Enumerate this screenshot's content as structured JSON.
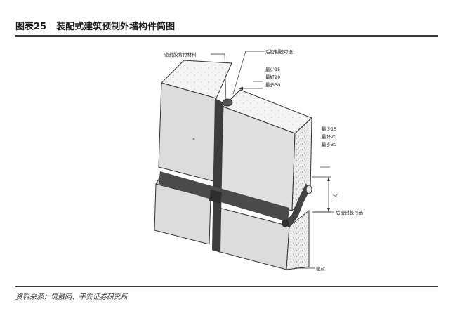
{
  "figure": {
    "number": "图表25",
    "title": "装配式建筑预制外墙构件简图",
    "source": "资料来源：筑傲网、平安证券研究所"
  },
  "labels": {
    "backing": "密封胶背衬材料",
    "rear_sealant_top": "后密封胶可选",
    "dims_top": [
      "最少15",
      "最好20",
      "最多30"
    ],
    "dims_right": [
      "最少15",
      "最好20",
      "最多30"
    ],
    "dim_50": "50",
    "rear_sealant_right": "后密封胶可选",
    "seal": "密封"
  },
  "colors": {
    "panel_face": "#dcdcdc",
    "panel_side": "#c4c4c4",
    "panel_top": "#f0f0f0",
    "joint": "#3c3c3c",
    "line": "#333333"
  }
}
